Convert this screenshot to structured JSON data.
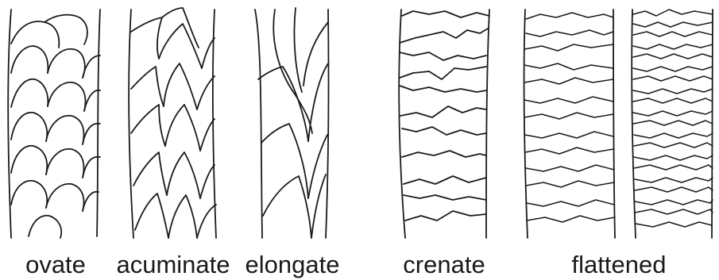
{
  "figure": {
    "panels": [
      {
        "id": "ovate",
        "label": "ovate"
      },
      {
        "id": "acuminate",
        "label": "acuminate"
      },
      {
        "id": "elongate",
        "label": "elongate"
      },
      {
        "id": "crenate",
        "label": "crenate"
      },
      {
        "id": "flattened",
        "label": "flattened"
      }
    ]
  }
}
